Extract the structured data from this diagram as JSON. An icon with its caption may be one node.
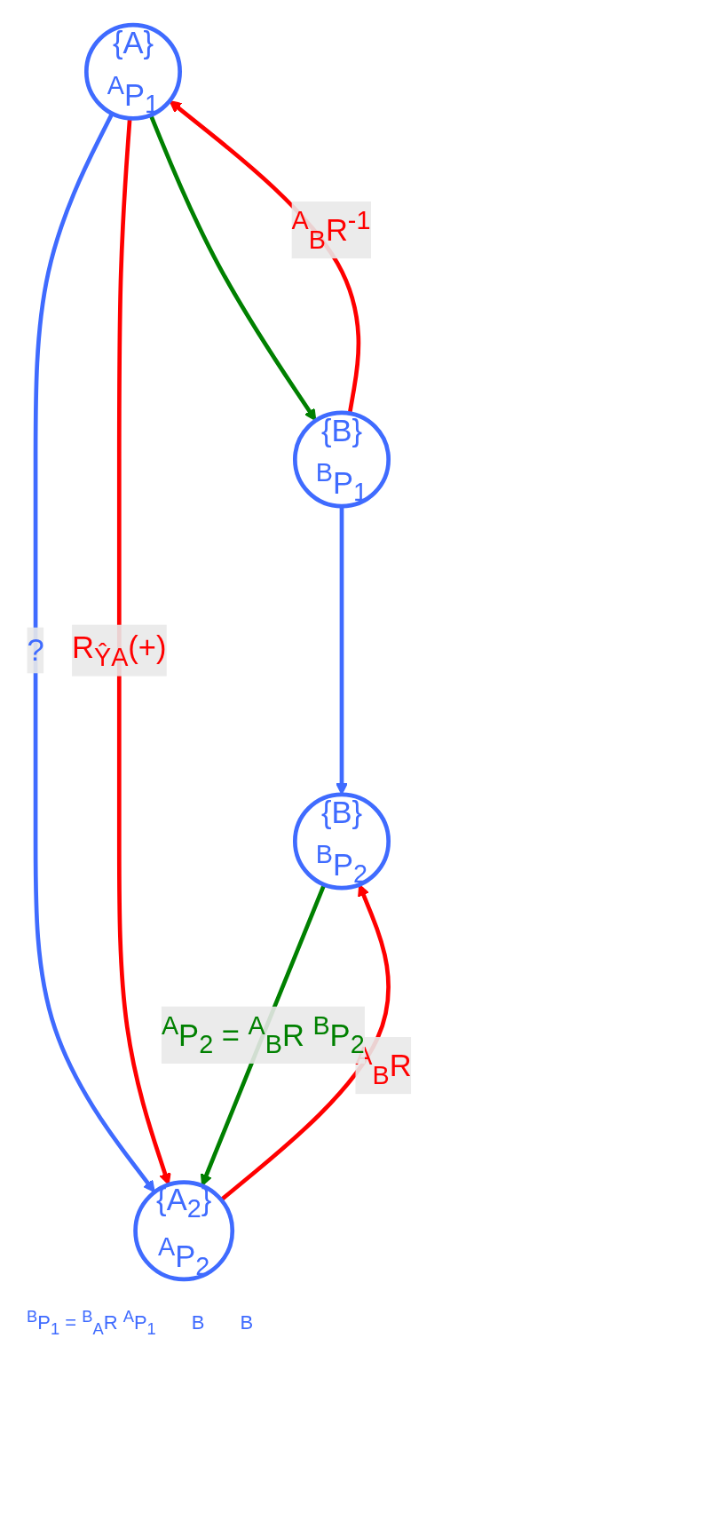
{
  "diagram": {
    "nodes": [
      {
        "text": [
          "{A}",
          "$^{A}$P$_{1}$"
        ]
      },
      {
        "text": [
          "{B}",
          "$^{B}$P$_{1}$"
        ]
      },
      {
        "text": [
          "{A$_{2}$}",
          "$^{A}$P$_{2}$"
        ]
      },
      {
        "text": [
          "{B}",
          "$^{B}$P$_{2}$"
        ]
      }
    ],
    "edges": [
      {
        "from": 1,
        "to": 0,
        "arrow": "to",
        "label": "$^{A}$$_{B}$R$^{-1}$",
        "color": "#ff0000"
      },
      {
        "from": 0,
        "to": 1,
        "arrow": "to",
        "color": "#008000"
      },
      {
        "from": 0,
        "to": 2,
        "arrow": "to",
        "label": "?",
        "color": "#3f6bff"
      },
      {
        "from": 0,
        "to": 2,
        "arrow": "to",
        "label": "R$_{ŶA}$(+)",
        "color": "#ff0000"
      },
      {
        "from": 1,
        "to": 3,
        "arrow": "to",
        "color": "#3f6bff"
      },
      {
        "from": 2,
        "to": 3,
        "arrow": "to",
        "label": "$^{A}$$_{B}$R",
        "color": "#ff0000"
      },
      {
        "from": 3,
        "to": 2,
        "arrow": "to",
        "label": "$^{A}$P$_{2}$ = $^{A}$$_{B}$R $^{B}$P$_{2}$",
        "color": "#008000"
      }
    ],
    "labels": [
      "$^{B}$P$_{1}$ = $^{B}$$_{A}$R $^{A}$P$_{1}$",
      "B",
      "B"
    ]
  }
}
